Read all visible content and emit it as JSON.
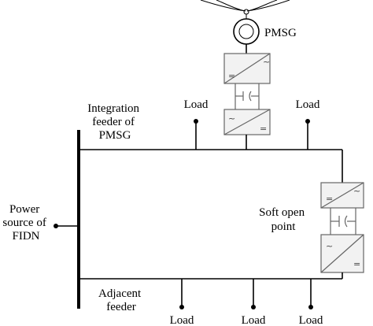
{
  "labels": {
    "pmsg": "PMSG",
    "integration_feeder": [
      "Integration",
      "feeder of",
      "PMSG"
    ],
    "power_source": [
      "Power",
      "source of",
      "FIDN"
    ],
    "soft_open_point": [
      "Soft open",
      "point"
    ],
    "adjacent_feeder": [
      "Adjacent",
      "feeder"
    ],
    "load": "Load"
  },
  "converter_symbols": {
    "ac": "~",
    "dc": "="
  }
}
